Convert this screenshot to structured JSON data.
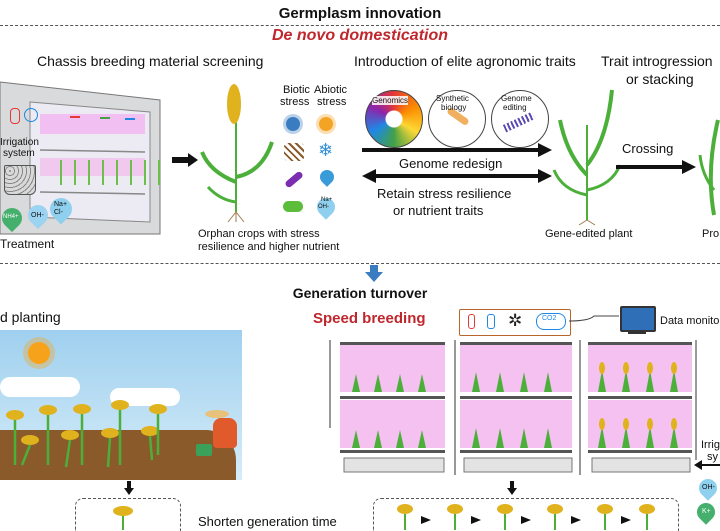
{
  "header": {
    "title": "Germplasm innovation",
    "subtitle": "De novo domestication"
  },
  "top_section": {
    "chassis_label": "Chassis breeding material screening",
    "irrigation_line1": "Irrigation",
    "irrigation_line2": "system",
    "treatment_label": "Treatment",
    "ion_nh4": "NH4+",
    "ion_oh": "OH-",
    "ion_na": "Na+",
    "ion_cl": "Cl-",
    "ion_oh2": "OH-",
    "ion_na2": "Na+",
    "biotic_line1": "Biotic",
    "biotic_line2": "stress",
    "abiotic_line1": "Abiotic",
    "abiotic_line2": "stress",
    "orphan_line1": "Orphan crops with stress",
    "orphan_line2": "resilience and higher nutrient",
    "intro_label": "Introduction of elite agronomic traits",
    "genomics": "Genomics",
    "synthetic_line1": "Synthetic",
    "synthetic_line2": "biology",
    "genome_line1": "Genome",
    "genome_line2": "editing",
    "genome_redesign": "Genome redesign",
    "retain_line1": "Retain stress resilience",
    "retain_line2": "or nutrient traits",
    "gene_edited": "Gene-edited plant",
    "trait_line1": "Trait introgression",
    "trait_line2": "or stacking",
    "crossing": "Crossing",
    "pro_label": "Pro"
  },
  "middle": {
    "title": "Generation turnover"
  },
  "bottom_section": {
    "field_label": "d planting",
    "speed_breeding": "Speed breeding",
    "data_monitor": "Data monito",
    "co2": "CO2",
    "irrigation_right_line1": "Irrig",
    "irrigation_right_line2": "sy",
    "shorten": "Shorten generation time",
    "ion_oh_right": "OH-",
    "ion_k_right": "K+"
  },
  "colors": {
    "red_accent": "#c0272d",
    "arrow_blue": "#3a7cc0",
    "leaf_green": "#4caf3a",
    "grain_gold": "#e0b21e",
    "sky_blue": "#b9dcf2",
    "soil_brown": "#8a5a2b",
    "shelf_magenta": "#e6b5e6"
  }
}
